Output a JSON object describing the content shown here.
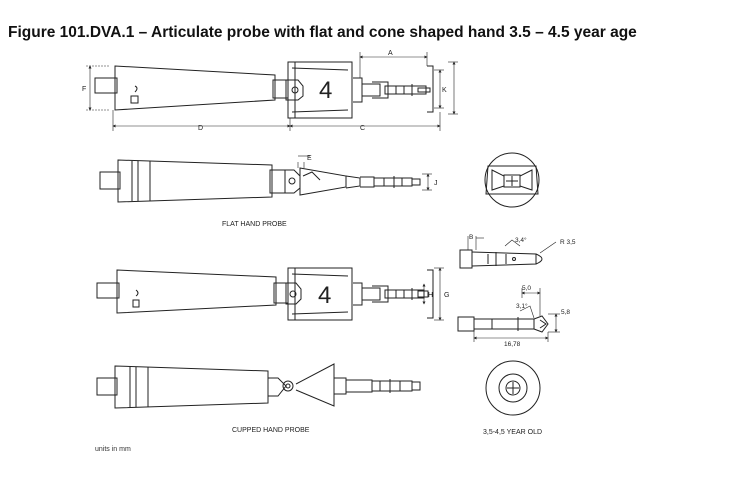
{
  "figure": {
    "title": "Figure 101.DVA.1 – Articulate probe with flat and cone shaped hand 3.5 – 4.5 year age",
    "units_note": "units in mm"
  },
  "views": {
    "flat_caption": "FLAT HAND PROBE",
    "cupped_caption": "CUPPED HAND PROBE",
    "age_caption": "3,5-4,5 YEAR OLD",
    "marking": "4"
  },
  "dimension_labels": {
    "A": "A",
    "B": "B",
    "C": "C",
    "D": "D",
    "E": "E",
    "F": "F",
    "G": "G",
    "H": "H",
    "J": "J",
    "K": "K"
  },
  "detail_values": {
    "angle_top": "3,4°",
    "radius": "R 3,5",
    "len_5": "5,0",
    "angle_bottom": "3,1°",
    "dia": "5,8",
    "length": "16,78"
  },
  "style": {
    "line_color": "#222222"
  }
}
